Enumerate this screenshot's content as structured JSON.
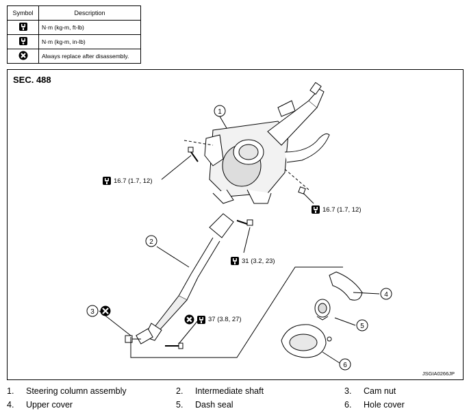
{
  "table": {
    "header_symbol": "Symbol",
    "header_description": "Description",
    "rows": [
      {
        "icon": "torque-wrench-icon",
        "description": "N·m (kg-m, ft-lb)"
      },
      {
        "icon": "torque-wrench-small-icon",
        "description": "N·m (kg-m, in-lb)"
      },
      {
        "icon": "always-replace-icon",
        "description": "Always replace after disassembly."
      }
    ]
  },
  "figure": {
    "section": "SEC. 488",
    "code": "JSGIA0266JP",
    "callouts": [
      "1",
      "2",
      "3",
      "4",
      "5",
      "6"
    ],
    "torques": {
      "t1": "16.7 (1.7, 12)",
      "t2": "16.7 (1.7, 12)",
      "t3": "31 (3.2, 23)",
      "t4": "37 (3.8, 27)"
    }
  },
  "legend": [
    {
      "num": "1.",
      "label": "Steering column assembly"
    },
    {
      "num": "2.",
      "label": "Intermediate shaft"
    },
    {
      "num": "3.",
      "label": "Cam nut"
    },
    {
      "num": "4.",
      "label": "Upper cover"
    },
    {
      "num": "5.",
      "label": "Dash seal"
    },
    {
      "num": "6.",
      "label": "Hole cover"
    }
  ]
}
